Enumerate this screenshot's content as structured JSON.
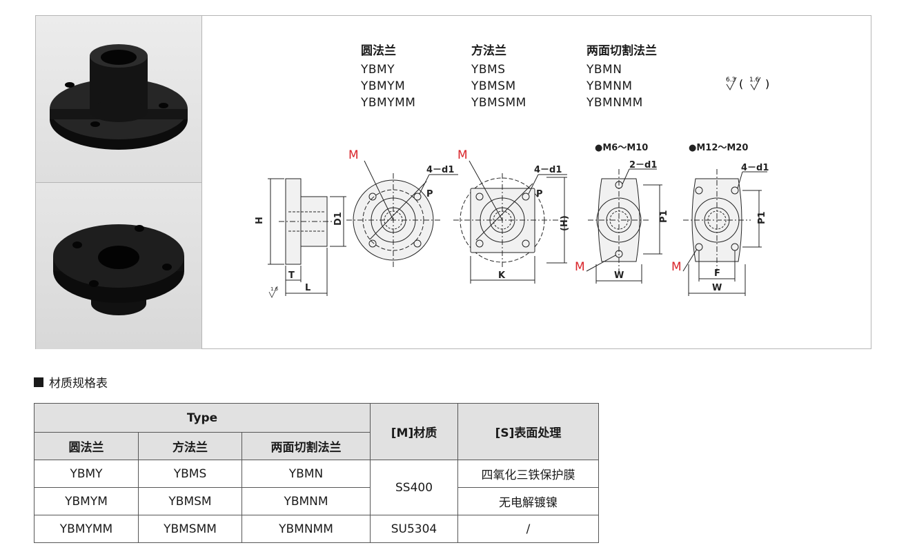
{
  "series": [
    {
      "head": "圆法兰",
      "codes": [
        "YBMY",
        "YBMYM",
        "YBMYMM"
      ]
    },
    {
      "head": "方法兰",
      "codes": [
        "YBMS",
        "YBMSM",
        "YBMSMM"
      ]
    },
    {
      "head": "两面切割法兰",
      "codes": [
        "YBMN",
        "YBMNM",
        "YBMNMM"
      ]
    }
  ],
  "roughness": {
    "main": "6.3",
    "other": "1.6",
    "t_side": "1.6"
  },
  "drawing_labels": {
    "m": "M",
    "h": "H",
    "d1": "D1",
    "t": "T",
    "l": "L",
    "k": "K",
    "h_paren": "(H)",
    "p": "P",
    "p1": "P1",
    "w": "W",
    "f": "F",
    "hole4": "4－d1",
    "hole2": "2－d1",
    "range_small": "●M6～M10",
    "range_large": "●M12～M20"
  },
  "section_title": "材质规格表",
  "table": {
    "type_header": "Type",
    "sub_headers": [
      "圆法兰",
      "方法兰",
      "两面切割法兰"
    ],
    "material_header": "[M]材质",
    "surface_header": "[S]表面处理",
    "rows": [
      [
        "YBMY",
        "YBMS",
        "YBMN"
      ],
      [
        "YBMYM",
        "YBMSM",
        "YBMNM"
      ],
      [
        "YBMYMM",
        "YBMSMM",
        "YBMNMM"
      ]
    ],
    "materials": [
      "SS400",
      "SU5304"
    ],
    "surfaces": [
      "四氧化三铁保护膜",
      "无电解镀镍",
      "/"
    ]
  }
}
